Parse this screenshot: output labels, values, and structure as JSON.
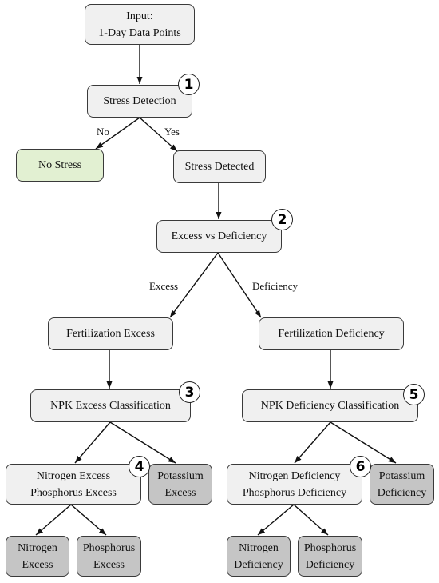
{
  "nodes": {
    "input": {
      "line1": "Input:",
      "line2": "1-Day Data Points"
    },
    "stress_detection": "Stress Detection",
    "no_stress": "No Stress",
    "stress_detected": "Stress Detected",
    "excess_vs_deficiency": "Excess vs Deficiency",
    "fertilization_excess": "Fertilization Excess",
    "fertilization_deficiency": "Fertilization Deficiency",
    "npk_excess_classification": "NPK Excess Classification",
    "npk_deficiency_classification": "NPK Deficiency Classification",
    "np_excess": {
      "line1": "Nitrogen Excess",
      "line2": "Phosphorus Excess"
    },
    "potassium_excess": {
      "line1": "Potassium",
      "line2": "Excess"
    },
    "np_deficiency": {
      "line1": "Nitrogen Deficiency",
      "line2": "Phosphorus Deficiency"
    },
    "potassium_deficiency": {
      "line1": "Potassium",
      "line2": "Deficiency"
    },
    "nitrogen_excess": {
      "line1": "Nitrogen",
      "line2": "Excess"
    },
    "phosphorus_excess": {
      "line1": "Phosphorus",
      "line2": "Excess"
    },
    "nitrogen_deficiency": {
      "line1": "Nitrogen",
      "line2": "Deficiency"
    },
    "phosphorus_deficiency": {
      "line1": "Phosphorus",
      "line2": "Deficiency"
    }
  },
  "badges": {
    "b1": "1",
    "b2": "2",
    "b3": "3",
    "b4": "4",
    "b5": "5",
    "b6": "6"
  },
  "edge_labels": {
    "no": "No",
    "yes": "Yes",
    "excess": "Excess",
    "deficiency": "Deficiency"
  },
  "colors": {
    "default_fill": "#f0f0f0",
    "no_stress_fill": "#e2f0d2",
    "leaf_fill": "#c5c5c5",
    "border": "#3a3a3a"
  }
}
